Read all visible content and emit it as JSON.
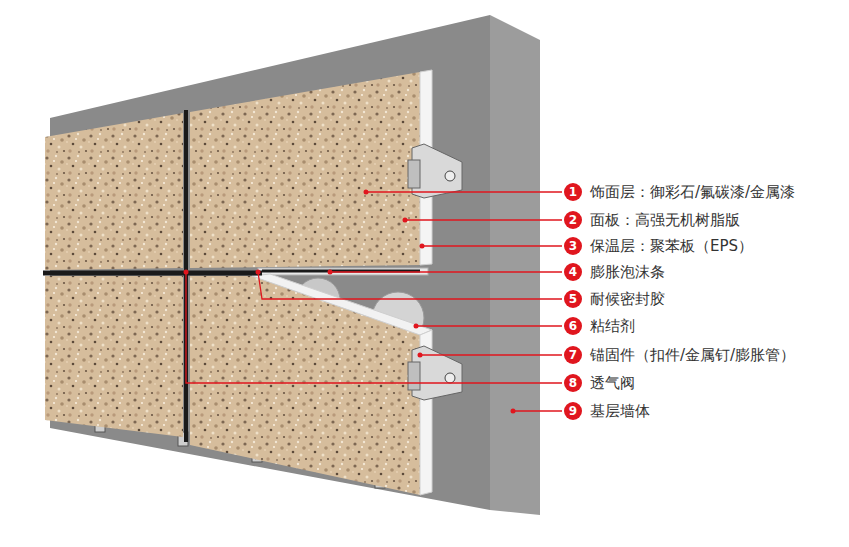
{
  "diagram": {
    "labels": [
      "1",
      "饰面层：御彩石/氟碳漆/金属漆",
      "2",
      "面板：高强无机树脂版",
      "3",
      "保温层：聚苯板（EPS）",
      "4",
      "膨胀泡沫条",
      "5",
      "耐候密封胶",
      "6",
      "粘结剂",
      "7",
      "锚固件（扣件/金属钉/膨胀管）",
      "8",
      "透气阀",
      "9",
      "基层墙体"
    ]
  }
}
